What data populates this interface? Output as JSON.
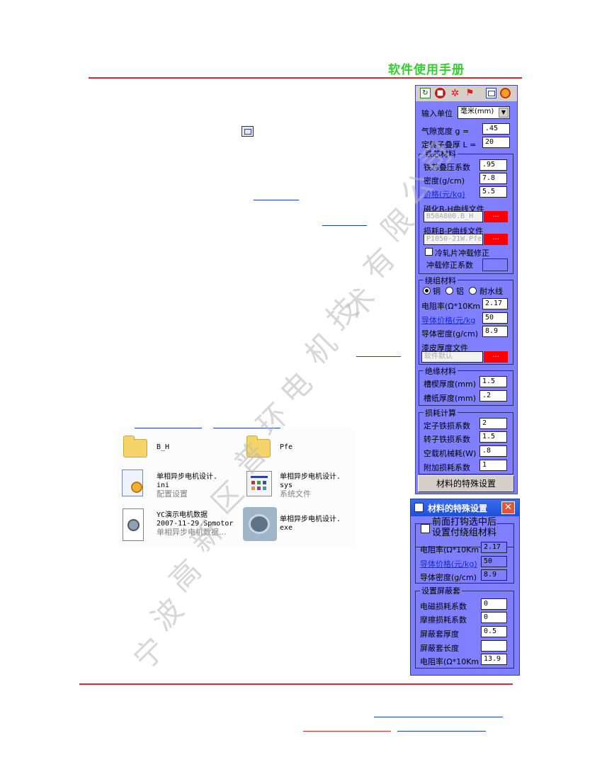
{
  "header": {
    "title": "软件使用手册"
  },
  "watermark": [
    "宁",
    "波",
    "高",
    "新",
    "区",
    "普",
    "环",
    "电",
    "机",
    "技",
    "术",
    "有",
    "限",
    "公",
    "司"
  ],
  "panel": {
    "input_unit_label": "输入单位",
    "input_unit_value": "毫米(mm)",
    "air_gap_label": "气隙宽度  g =",
    "air_gap_value": ".45",
    "stack_label": "定转子叠厚 L =",
    "stack_value": "20",
    "core": {
      "title": "铁芯材料",
      "stacking_label": "铁芯叠压系数",
      "stacking_value": ".95",
      "density_label": "密度(g/cm)",
      "density_value": "7.8",
      "price_label": "价格(元/kg)",
      "price_value": "5.5",
      "bh_label": "磁化B-H曲线文件",
      "bh_value": "B50A800.B_H",
      "bp_label": "损耗B-P曲线文件",
      "bp_value": "P1050-21W.Pfe",
      "browse": "...",
      "cold_rolled_label": "冷轧片冲载修正",
      "correction_label": "冲载修正系数"
    },
    "winding": {
      "title": "绕组材料",
      "copper": "铜",
      "aluminum": "铝",
      "waterproof": "耐水线",
      "resistivity_label": "电阻率(Ω*10Km",
      "resistivity_value": "2.17",
      "price_label": "导体价格(元/kg",
      "price_value": "50",
      "density_label": "导体密度(g/cm)",
      "density_value": "8.9",
      "enamel_label": "漆皮厚度文件",
      "enamel_value": "软件默认",
      "browse": "..."
    },
    "insulation": {
      "title": "绝缘材料",
      "wedge_label": "槽楔厚度(mm)",
      "wedge_value": "1.5",
      "paper_label": "槽纸厚度(mm)",
      "paper_value": ".2"
    },
    "loss": {
      "title": "损耗计算",
      "stator_label": "定子铁损系数",
      "stator_value": "2",
      "rotor_label": "转子铁损系数",
      "rotor_value": "1.5",
      "mech_label": "空载机械耗(W)",
      "mech_value": ".8",
      "extra_label": "附加损耗系数",
      "extra_value": "1"
    },
    "special_button": "材料的特殊设置"
  },
  "dialog": {
    "title": "材料的特殊设置",
    "checkbox_line1": "前面打钩选中后",
    "checkbox_line2": "设置付绕组材料",
    "resistivity_label": "电阻率(Ω*10Km",
    "resistivity_value": "2.17",
    "price_label": "导体价格(元/kg)",
    "price_value": "50",
    "density_label": "导体密度(g/cm)",
    "density_value": "8.9",
    "shield_title": "设置屏蔽套",
    "em_loss_label": "电磁损耗系数",
    "em_loss_value": "0",
    "friction_label": "摩擦损耗系数",
    "friction_value": "0",
    "thickness_label": "屏蔽套厚度",
    "thickness_value": "0.5",
    "length_label": "屏蔽套长度",
    "length_value": "",
    "res2_label": "电阻率(Ω*10Km",
    "res2_value": "13.9"
  },
  "files": {
    "bh_folder": "B_H",
    "pfe_folder": "Pfe",
    "ini_name1": "单相异步电机设计.",
    "ini_name2": "ini",
    "ini_type": "配置设置",
    "sys_name1": "单相异步电机设计.",
    "sys_name2": "sys",
    "sys_type": "系统文件",
    "data_name1": "YC演示电机数据",
    "data_name2": "2007-11-29.Spmotor",
    "data_type": "单相异步电机数据...",
    "exe_name1": "单相异步电机设计.",
    "exe_name2": "exe"
  }
}
